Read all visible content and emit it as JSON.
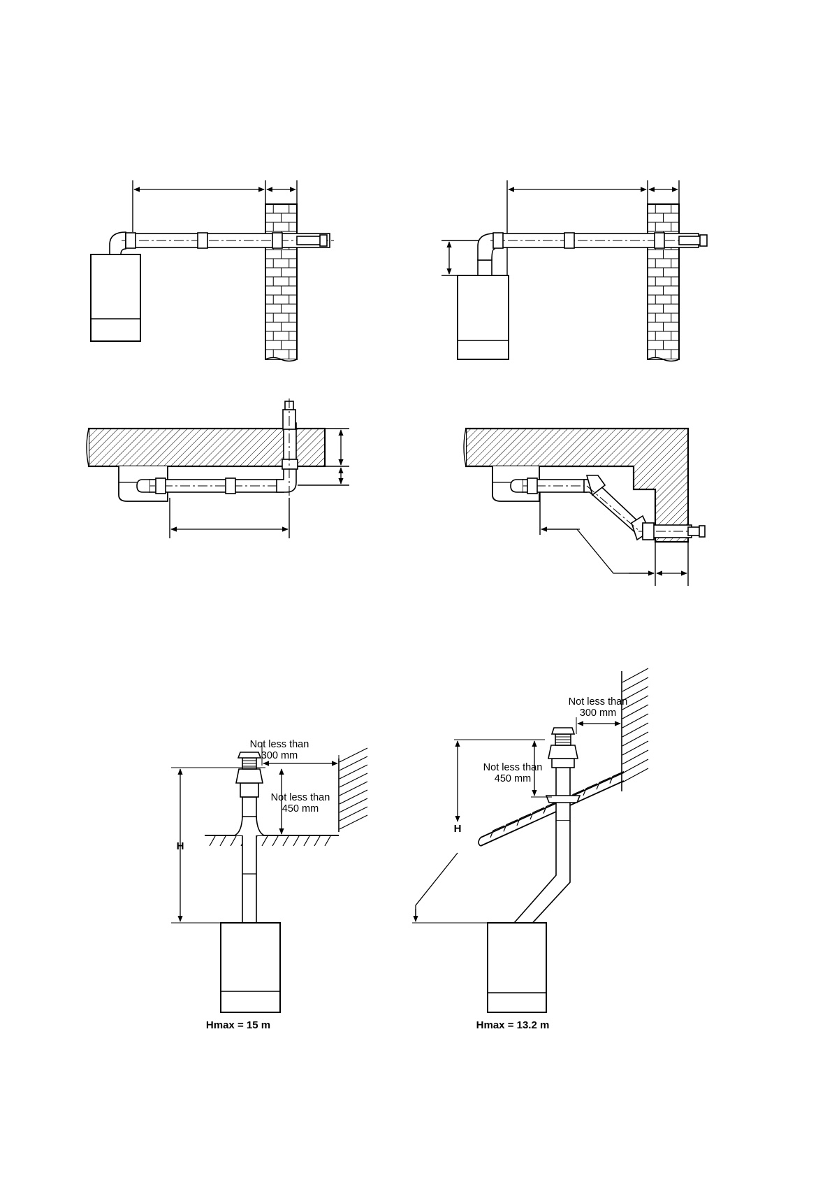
{
  "figures": {
    "vertical_flat_roof": {
      "side_clearance_label": [
        "Not less than",
        "300 mm"
      ],
      "top_clearance_label": [
        "Not less than",
        "450 mm"
      ],
      "height_symbol": "H",
      "max_height_caption": "Hmax = 15 m"
    },
    "vertical_pitched_roof": {
      "side_clearance_label": [
        "Not less than",
        "300 mm"
      ],
      "top_clearance_label": [
        "Not less than",
        "450 mm"
      ],
      "height_symbol": "H",
      "max_height_caption": "Hmax = 13.2 m"
    }
  },
  "colors": {
    "ink": "#000000",
    "paper": "#ffffff",
    "wall_fill": "#ffffff"
  }
}
